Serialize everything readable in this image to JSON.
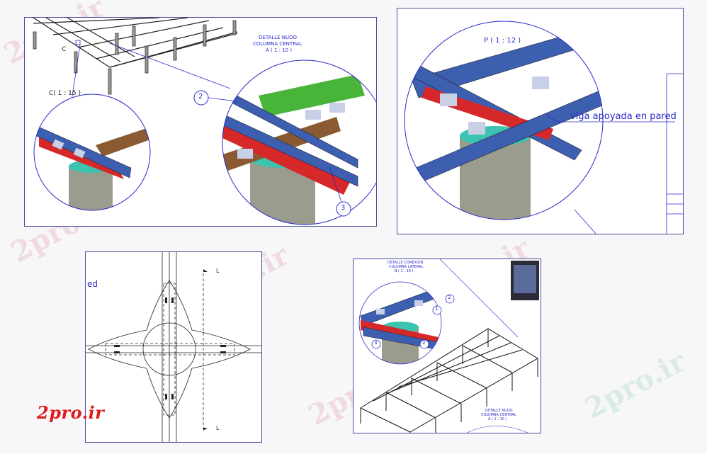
{
  "panel_a": {
    "title_line1": "DETALLE NUDO",
    "title_line2": "COLUMNA CENTRAL",
    "title_line3": "A ( 1 : 10 )",
    "label_c_small": "C",
    "label_c_scale": "C( 1 : 15 )",
    "callout_2": "2",
    "callout_3": "3"
  },
  "panel_p": {
    "title": "P ( 1 : 12 )",
    "note": "viga apoyada en pared"
  },
  "panel_plan": {
    "fragment_text": "ed",
    "section_mark_top": "L",
    "section_mark_bottom": "L"
  },
  "panel_iso": {
    "title_line1": "DETALLE CONEXION",
    "title_line2": "COLUMNA LATERAL",
    "title_line3": "B ( 1 : 10 )",
    "bottom_line1": "DETALLE NUDO",
    "bottom_line2": "COLUMNA CENTRAL",
    "bottom_line3": "A ( 1 : 10 )",
    "callout_1": "1",
    "callout_2a": "2",
    "callout_2b": "2",
    "callout_3": "3"
  },
  "watermark": "2pro.ir",
  "logo": "2pro.ir",
  "colors": {
    "beam_blue": "#3d5fb0",
    "plate_red": "#d62828",
    "beam_green": "#49b43a",
    "beam_brown": "#8a5a32",
    "cap_teal": "#3cc4b0",
    "concrete": "#9a9c8e",
    "line_blue": "#2a2acc"
  }
}
